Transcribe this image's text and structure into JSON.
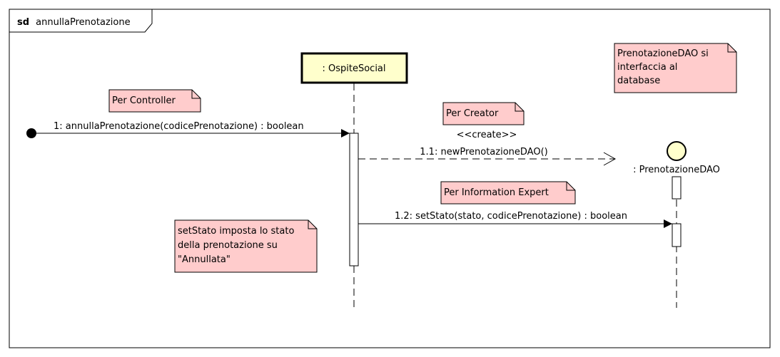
{
  "frame": {
    "keyword": "sd",
    "name": "annullaPrenotazione"
  },
  "lifelines": [
    {
      "name": ": OspiteSocial"
    },
    {
      "name": ": PrenotazioneDAO"
    }
  ],
  "messages": [
    {
      "label": "1: annullaPrenotazione(codicePrenotazione) : boolean"
    },
    {
      "stereotype": "<<create>>",
      "label": "1.1: newPrenotazioneDAO()"
    },
    {
      "label": "1.2: setStato(stato, codicePrenotazione) : boolean"
    }
  ],
  "notes": [
    {
      "lines": [
        "Per Controller"
      ]
    },
    {
      "lines": [
        "Per Creator"
      ]
    },
    {
      "lines": [
        "Per Information Expert"
      ]
    },
    {
      "lines": [
        "PrenotazioneDAO si",
        "interfaccia al",
        "database"
      ]
    },
    {
      "lines": [
        "setStato imposta lo stato",
        "della prenotazione su",
        "\"Annullata\""
      ]
    }
  ],
  "colors": {
    "note_fill": "#ffcccc",
    "lifeline_head_fill": "#ffffcc",
    "entity_fill": "#ffffcc",
    "stroke": "#000000"
  }
}
